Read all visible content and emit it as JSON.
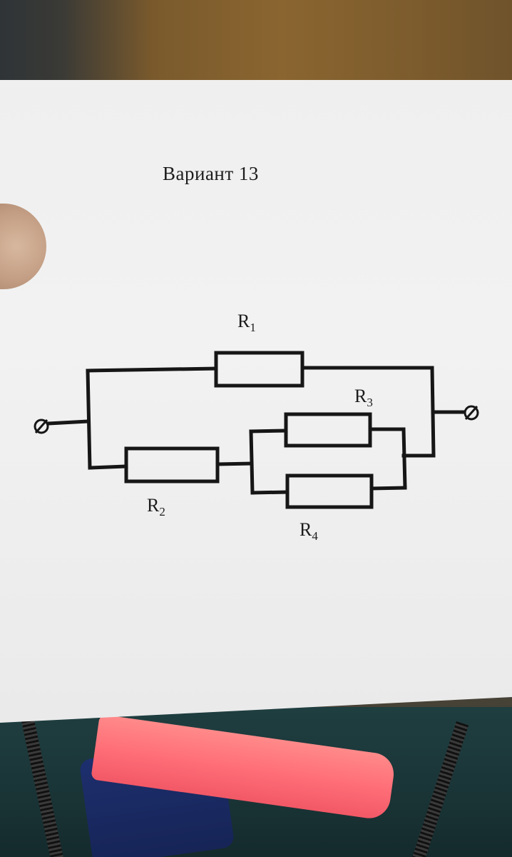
{
  "title": "Вариант 13",
  "labels": {
    "r1": {
      "letter": "R",
      "index": "1"
    },
    "r2": {
      "letter": "R",
      "index": "2"
    },
    "r3": {
      "letter": "R",
      "index": "3"
    },
    "r4": {
      "letter": "R",
      "index": "4"
    }
  }
}
